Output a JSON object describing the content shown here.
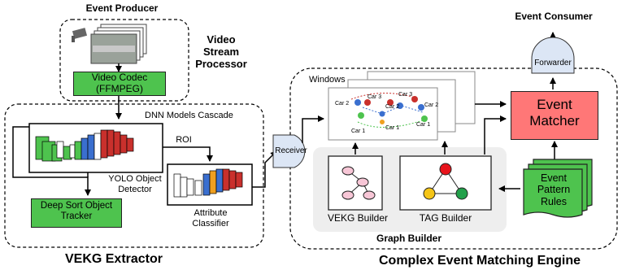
{
  "extractor": {
    "producer_label": "Event Producer",
    "codec_label": "Video Codec (FFMPEG)",
    "stream_processor_label": "Video Stream Processor",
    "cascade_label": "DNN Models Cascade",
    "roi_label": "ROI",
    "yolo_label": "YOLO Object Detector",
    "attribute_label": "Attribute Classifier",
    "deepsort_label": "Deep Sort Object Tracker",
    "title": "VEKG Extractor"
  },
  "engine": {
    "receiver_label": "Receiver",
    "windows_label": "Windows",
    "car_labels": [
      "Car 2",
      "Car 3",
      "Car 2",
      "Car 3",
      "Car 2",
      "Car 1",
      "Car 1",
      "Car 1"
    ],
    "vekg_builder_label": "VEKG Builder",
    "tag_builder_label": "TAG Builder",
    "graph_builder_label": "Graph Builder",
    "consumer_label": "Event Consumer",
    "forwarder_label": "Forwarder",
    "matcher_label": "Event Matcher",
    "rules_label": "Event Pattern Rules",
    "title": "Complex Event Matching Engine"
  },
  "colors": {
    "green": "#4ec34e",
    "pink": "#f77777",
    "receiver_blue": "#dce6f5",
    "graph_builder_bg": "#eeeeee"
  }
}
